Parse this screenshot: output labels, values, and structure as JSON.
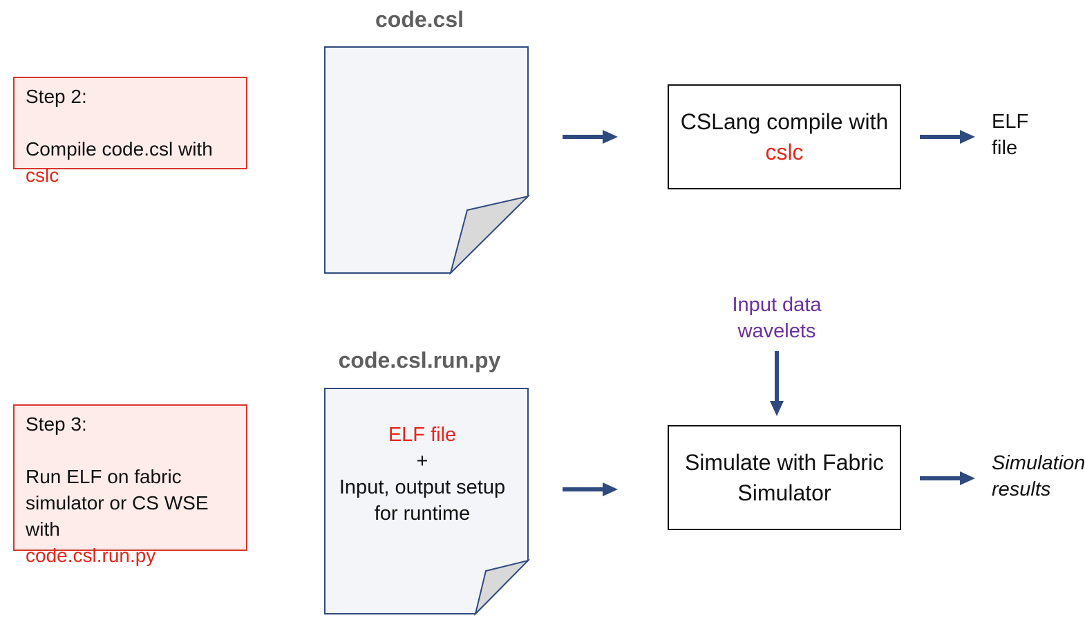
{
  "step2": {
    "title": "Step 2:",
    "line_prefix": "Compile code.csl with ",
    "line_highlight": "cslc"
  },
  "step3": {
    "title": "Step 3:",
    "line1": "Run ELF on fabric",
    "line2": "simulator or CS WSE with",
    "line3": "code.csl.run.py"
  },
  "doc1": {
    "title": "code.csl"
  },
  "doc2": {
    "title": "code.csl.run.py",
    "line1": "ELF file",
    "line2": "+",
    "line3": "Input, output setup",
    "line4": "for runtime"
  },
  "compile_box": {
    "line1": "CSLang compile with",
    "line2": "cslc"
  },
  "simulate_box": {
    "line1": "Simulate with Fabric",
    "line2": "Simulator"
  },
  "outputs": {
    "elf_line1": "ELF",
    "elf_line2": "file",
    "sim_line1": "Simulation",
    "sim_line2": "results"
  },
  "input_data": {
    "line1": "Input data",
    "line2": "wavelets"
  },
  "colors": {
    "highlight_red": "#e3261b",
    "purple_label": "#6b2fa0",
    "arrow_blue": "#2f4a7f",
    "doc_border": "#2f4a7f",
    "doc_fill": "#f4f5f9",
    "fold_fill": "#d9d9d9",
    "step_box_fill": "#fdecea"
  }
}
